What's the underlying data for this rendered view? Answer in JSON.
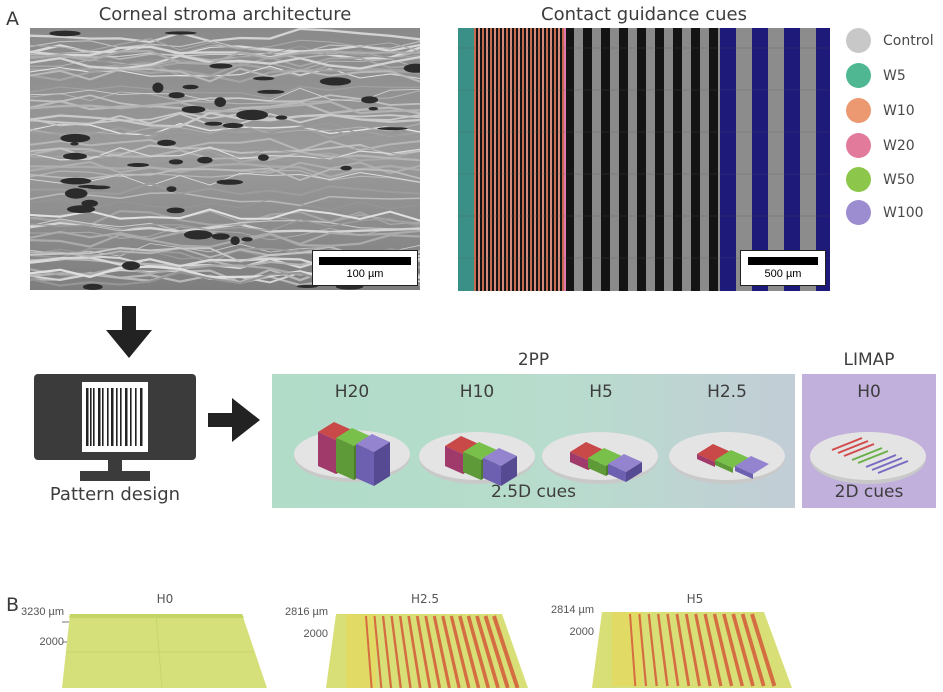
{
  "panel_a": {
    "letter": "A",
    "stroma_title": "Corneal stroma architecture",
    "stroma_scalebar": "100 µm",
    "guidance_title": "Contact guidance cues",
    "guidance_scalebar": "500 µm",
    "legend": [
      {
        "label": "Control",
        "color": "#c8c8c8"
      },
      {
        "label": "W5",
        "color": "#4fb892"
      },
      {
        "label": "W10",
        "color": "#ec9870"
      },
      {
        "label": "W20",
        "color": "#e27a9c"
      },
      {
        "label": "W50",
        "color": "#8cc64a"
      },
      {
        "label": "W100",
        "color": "#9c8cd0"
      }
    ],
    "design_label": "Pattern design",
    "pp_title": "2PP",
    "limap_title": "LIMAP",
    "pp_cues": [
      "H20",
      "H10",
      "H5",
      "H2.5"
    ],
    "limap_cue": "H0",
    "pp_footer": "2.5D cues",
    "limap_footer": "2D cues"
  },
  "panel_b": {
    "letter": "B",
    "maps": [
      {
        "title": "H0",
        "top_tick": "3230 µm",
        "mid_tick": "2000"
      },
      {
        "title": "H2.5",
        "top_tick": "2816 µm",
        "mid_tick": "2000"
      },
      {
        "title": "H5",
        "top_tick": "2814 µm",
        "mid_tick": "2000"
      }
    ]
  }
}
